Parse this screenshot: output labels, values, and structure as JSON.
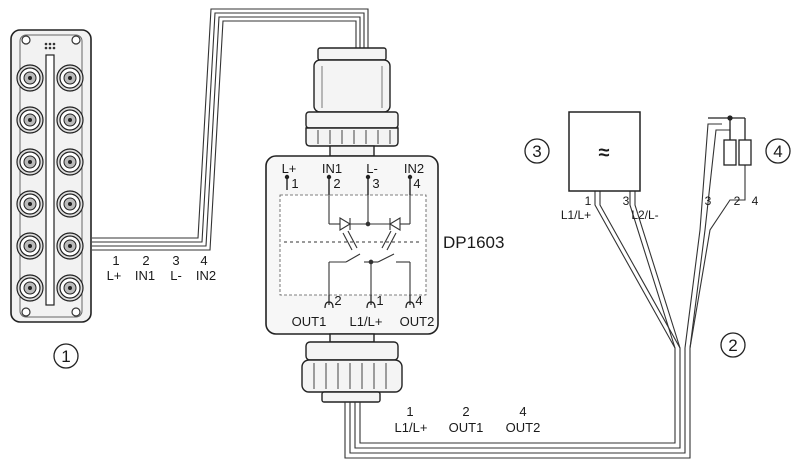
{
  "device": {
    "name": "DP1603"
  },
  "callouts": [
    "1",
    "2",
    "3",
    "4"
  ],
  "module_wires": {
    "numbers": [
      "1",
      "2",
      "3",
      "4"
    ],
    "signals": [
      "L+",
      "IN1",
      "L-",
      "IN2"
    ]
  },
  "top_terminals": {
    "signals": [
      "L+",
      "IN1",
      "L-",
      "IN2"
    ],
    "numbers": [
      "1",
      "2",
      "3",
      "4"
    ]
  },
  "bottom_terminals": {
    "numbers": [
      "2",
      "1",
      "4"
    ],
    "signals": [
      "OUT1",
      "L1/L+",
      "OUT2"
    ]
  },
  "output_cable": {
    "numbers": [
      "1",
      "2",
      "4"
    ],
    "signals": [
      "L1/L+",
      "OUT1",
      "OUT2"
    ]
  },
  "power_supply": {
    "symbol": "≈",
    "pin_numbers": [
      "1",
      "3"
    ],
    "pin_labels": [
      "L1/L+",
      "L2/L-"
    ]
  },
  "load_wires": {
    "numbers": [
      "3",
      "2",
      "4"
    ]
  }
}
